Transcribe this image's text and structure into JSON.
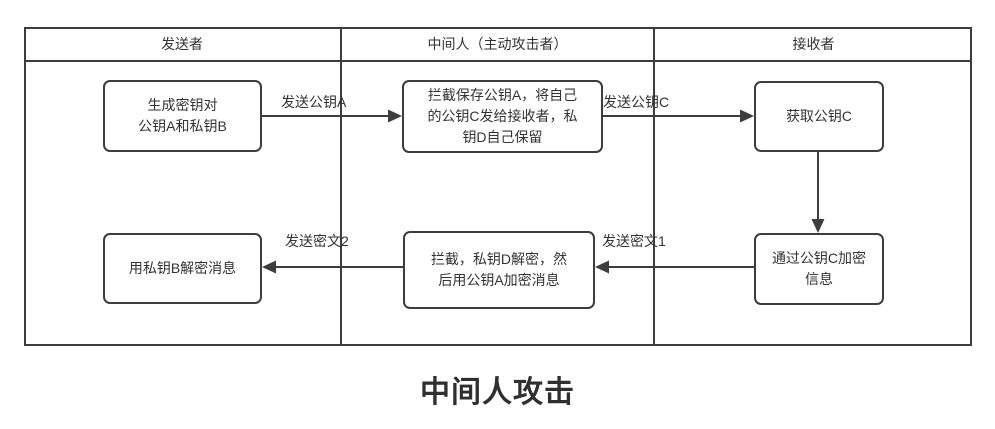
{
  "diagram": {
    "title": "中间人攻击",
    "colors": {
      "line": "#3d3d3d",
      "text": "#333333",
      "background": "#ffffff"
    },
    "lanes": [
      {
        "id": "sender",
        "title": "发送者"
      },
      {
        "id": "mitm",
        "title": "中间人（主动攻击者）"
      },
      {
        "id": "receiver",
        "title": "接收者"
      }
    ],
    "nodes": [
      {
        "id": "generate-keys",
        "lane": "sender",
        "text": "生成密钥对\n公钥A和私钥B"
      },
      {
        "id": "intercept-save",
        "lane": "mitm",
        "text": "拦截保存公钥A，将自己\n的公钥C发给接收者，私\n钥D自己保留"
      },
      {
        "id": "get-public-key",
        "lane": "receiver",
        "text": "获取公钥C"
      },
      {
        "id": "encrypt-with-c",
        "lane": "receiver",
        "text": "通过公钥C加密\n信息"
      },
      {
        "id": "intercept-decrypt",
        "lane": "mitm",
        "text": "拦截，私钥D解密，然\n后用公钥A加密消息"
      },
      {
        "id": "decrypt-with-b",
        "lane": "sender",
        "text": "用私钥B解密消息"
      }
    ],
    "edges": [
      {
        "from": "generate-keys",
        "to": "intercept-save",
        "label": "发送公钥A"
      },
      {
        "from": "intercept-save",
        "to": "get-public-key",
        "label": "发送公钥C"
      },
      {
        "from": "get-public-key",
        "to": "encrypt-with-c",
        "label": ""
      },
      {
        "from": "encrypt-with-c",
        "to": "intercept-decrypt",
        "label": "发送密文1"
      },
      {
        "from": "intercept-decrypt",
        "to": "decrypt-with-b",
        "label": "发送密文2"
      }
    ]
  }
}
